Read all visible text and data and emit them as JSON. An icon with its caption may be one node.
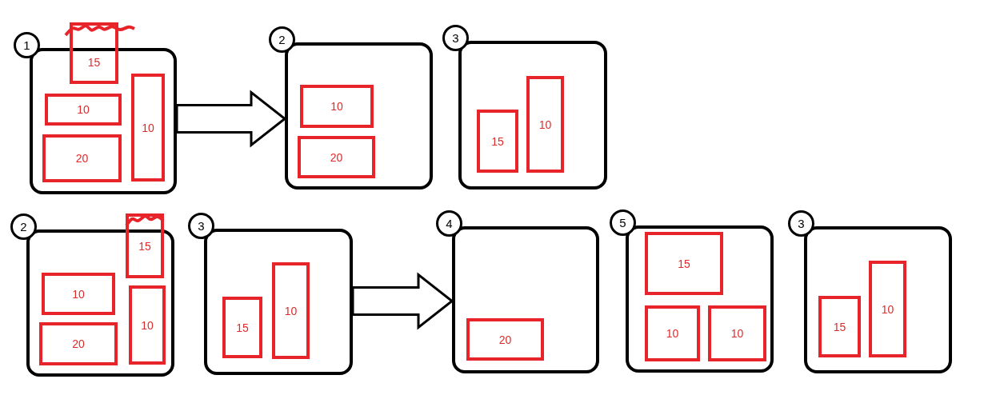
{
  "diagram": {
    "nodes": [
      {
        "text": [
          "1"
        ]
      },
      {
        "text": [
          "15"
        ]
      },
      {
        "text": [
          "10"
        ],
        "in": 0
      },
      {
        "text": [
          "10"
        ],
        "in": 0
      },
      {
        "text": [
          "20"
        ],
        "in": 0
      },
      {
        "text": [
          "2"
        ]
      },
      {
        "text": [
          "10"
        ],
        "in": 5
      },
      {
        "text": [
          "20"
        ],
        "in": 5
      },
      {
        "text": [
          "3"
        ]
      },
      {
        "text": [
          "15"
        ],
        "in": 8
      },
      {
        "text": [
          "10"
        ],
        "in": 8
      },
      {
        "text": [
          "2"
        ]
      },
      {
        "text": [
          "15"
        ]
      },
      {
        "text": [
          "10"
        ],
        "in": 11
      },
      {
        "text": [
          "10"
        ],
        "in": 11
      },
      {
        "text": [
          "20"
        ],
        "in": 11
      },
      {
        "text": [
          "3"
        ]
      },
      {
        "text": [
          "15"
        ],
        "in": 16
      },
      {
        "text": [
          "10"
        ],
        "in": 16
      },
      {
        "text": [
          "4"
        ]
      },
      {
        "text": [
          "20"
        ],
        "in": 19
      },
      {
        "text": [
          "5"
        ]
      },
      {
        "text": [
          "15"
        ],
        "in": 21
      },
      {
        "text": [
          "10"
        ],
        "in": 21
      },
      {
        "text": [
          "10"
        ],
        "in": 21
      },
      {
        "text": [
          "3"
        ]
      },
      {
        "text": [
          "15"
        ],
        "in": 25
      },
      {
        "text": [
          "10"
        ],
        "in": 25
      }
    ],
    "edges": [
      {
        "from": 0,
        "to": 5,
        "arrow": "to",
        "style": "thick"
      },
      {
        "from": 16,
        "to": 19,
        "arrow": "to",
        "style": "thick"
      }
    ]
  }
}
